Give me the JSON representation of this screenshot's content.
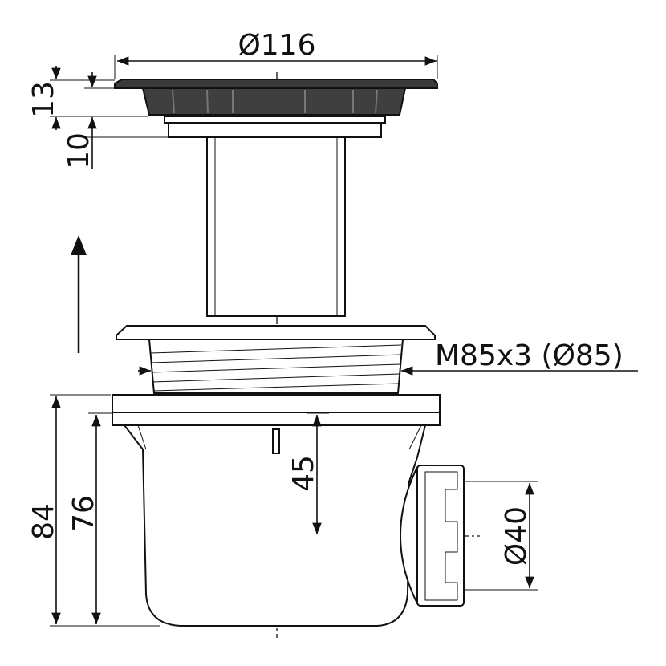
{
  "title": "Shower drain technical drawing",
  "dimensions": {
    "top_diameter": "Ø116",
    "flange_height": "13",
    "ring_height": "10",
    "thread": "M85x3 (Ø85)",
    "total_height": "84",
    "body_height": "76",
    "outlet_depth": "45",
    "outlet_diameter": "Ø40"
  },
  "colors": {
    "line": "#111111",
    "grate": "#3a3a3a",
    "grate_light": "#6a6a6a"
  }
}
